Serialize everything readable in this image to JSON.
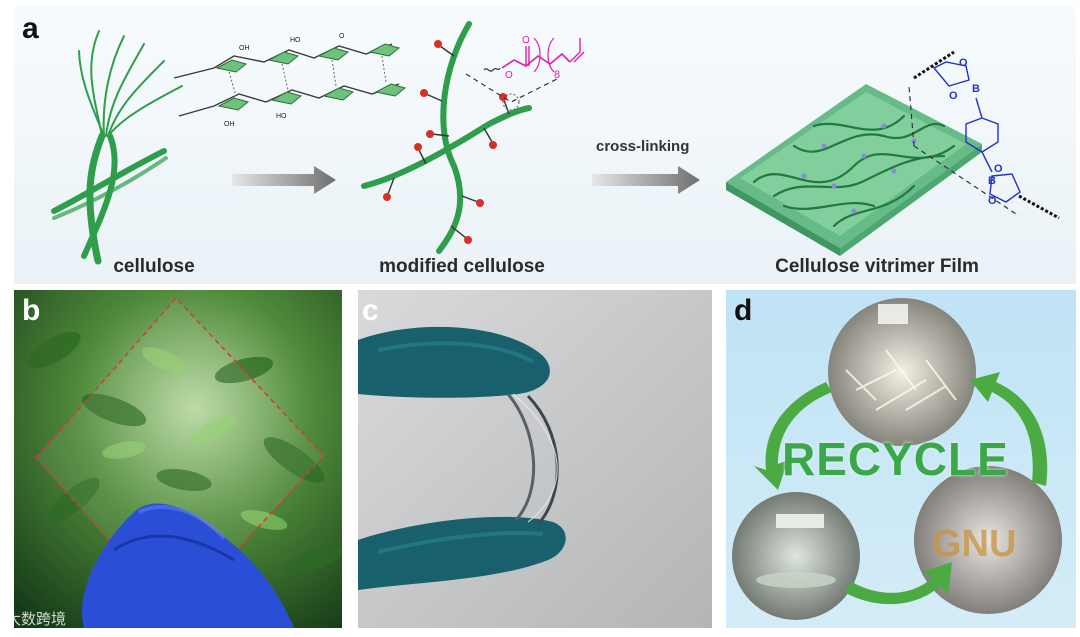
{
  "panels": {
    "a": {
      "letter": "a",
      "captions": {
        "cellulose": "cellulose",
        "modified": "modified cellulose",
        "film": "Cellulose vitrimer Film"
      },
      "arrow_label": "cross-linking",
      "subscript": "8",
      "ester_atoms": [
        "O",
        "O"
      ],
      "boronate_atoms": [
        "O",
        "B",
        "O",
        "O",
        "B",
        "O"
      ],
      "ring_atoms": [
        "OH",
        "HO",
        "O"
      ]
    },
    "b": {
      "letter": "b"
    },
    "c": {
      "letter": "c"
    },
    "d": {
      "letter": "d",
      "recycle": "RECYCLE",
      "gnu": "GNU"
    }
  },
  "watermark": "大数跨境",
  "colors": {
    "fiber_green": "#2f9e4a",
    "dot_red": "#d93026",
    "magenta_chain": "#e21db4",
    "blue_linker": "#2333c8",
    "film_green": "#72c990",
    "recycle_green": "#3aa84a",
    "glove_blue": "#2a4fd6",
    "glove_teal": "#17606c"
  }
}
